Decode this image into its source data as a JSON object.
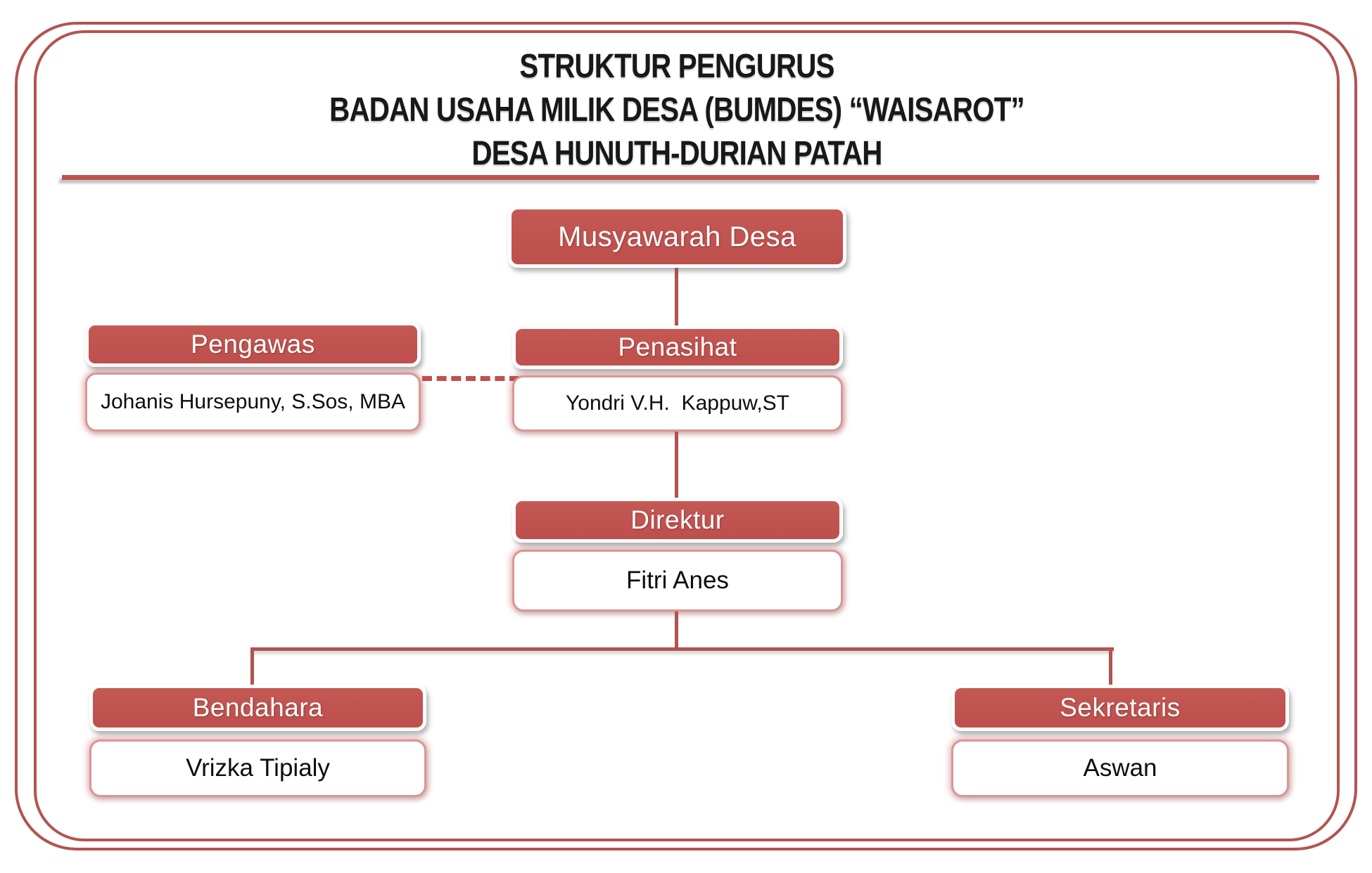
{
  "title": {
    "line1": "STRUKTUR PENGURUS",
    "line2": "BADAN USAHA MILIK DESA (BUMDES) “WAISAROT”",
    "line3": "DESA HUNUTH-DURIAN PATAH"
  },
  "colors": {
    "box_fill": "#c0504d",
    "connector_line": "#b35351",
    "page_border": "#b35351",
    "name_box_border": "#d99694",
    "title_text": "#181818"
  },
  "org": {
    "musyawarah": {
      "label": "Musyawarah Desa"
    },
    "pengawas": {
      "label": "Pengawas",
      "name": "Johanis Hursepuny, S.Sos, MBA"
    },
    "penasihat": {
      "label": "Penasihat",
      "name": "Yondri V.H.  Kappuw,ST"
    },
    "direktur": {
      "label": "Direktur",
      "name": "Fitri Anes"
    },
    "bendahara": {
      "label": "Bendahara",
      "name": "Vrizka Tipialy"
    },
    "sekretaris": {
      "label": "Sekretaris",
      "name": "Aswan"
    }
  }
}
